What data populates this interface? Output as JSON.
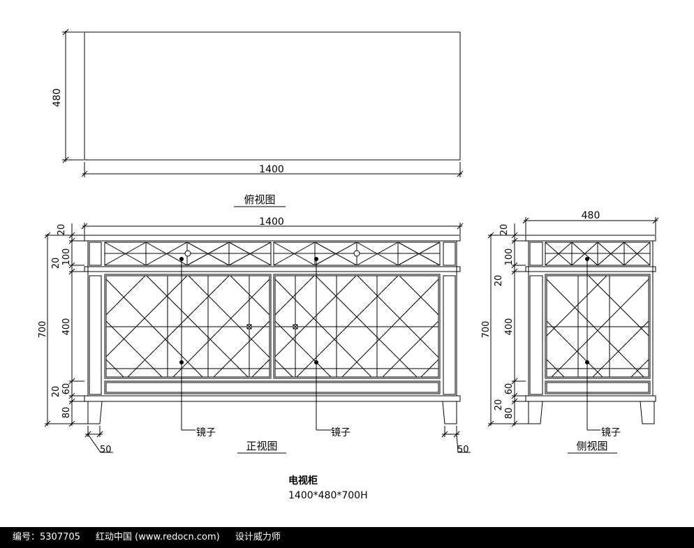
{
  "top_view": {
    "dim_width": "1400",
    "dim_depth": "480",
    "title": "俯视图"
  },
  "front_view": {
    "dim_width": "1400",
    "dims_left": {
      "d20_top": "20",
      "d100": "100",
      "d20_mid": "20",
      "d700": "700",
      "d400": "400",
      "d20_low": "20",
      "d60": "60",
      "d80": "80"
    },
    "leg_left": "50",
    "leg_right": "50",
    "callout_left": "镜子",
    "callout_right": "镜子",
    "title": "正视图"
  },
  "side_view": {
    "dim_width": "480",
    "dims_left": {
      "d20_top": "20",
      "d100": "100",
      "d20_mid": "20",
      "d700": "700",
      "d400": "400",
      "d60": "60",
      "d20_low": "20",
      "d80": "80"
    },
    "callout": "镜子",
    "title": "侧视图"
  },
  "caption": {
    "name": "电视柜",
    "size": "1400*480*700H"
  },
  "footer": {
    "id_text": "编号：5307705",
    "site_text": "红动中国 (www.redocn.com)",
    "author_text": "设计威力师"
  }
}
